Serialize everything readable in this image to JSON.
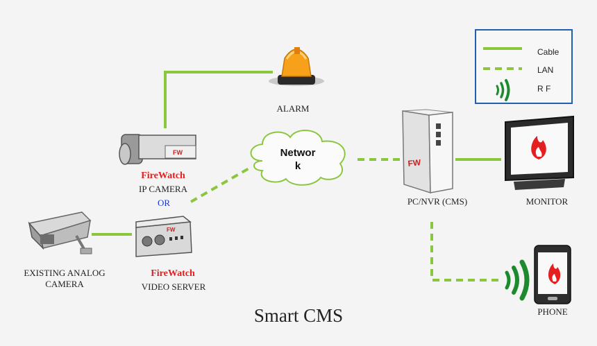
{
  "diagram": {
    "title": "Smart CMS",
    "network_cloud": {
      "line1": "Networ",
      "line2": "k"
    },
    "nodes": {
      "alarm": {
        "label": "ALARM"
      },
      "ip_camera": {
        "brand": "FireWatch",
        "label": "IP CAMERA",
        "or_text": "OR"
      },
      "analog_camera": {
        "line1": "EXISTING ANALOG",
        "line2": "CAMERA"
      },
      "video_server": {
        "brand": "FireWatch",
        "label": "VIDEO SERVER"
      },
      "pc_nvr": {
        "label": "PC/NVR (CMS)"
      },
      "monitor": {
        "label": "MONITOR"
      },
      "phone": {
        "label": "PHONE"
      }
    },
    "legend": [
      {
        "key": "cable",
        "label": "Cable"
      },
      {
        "key": "lan",
        "label": "LAN"
      },
      {
        "key": "rf",
        "label": "R F"
      }
    ],
    "colors": {
      "cable": "#8cc63f",
      "rf": "#1e8a2e",
      "brand": "#e41f1f",
      "or": "#1a35c8",
      "legend_border": "#1e5fb0"
    }
  }
}
